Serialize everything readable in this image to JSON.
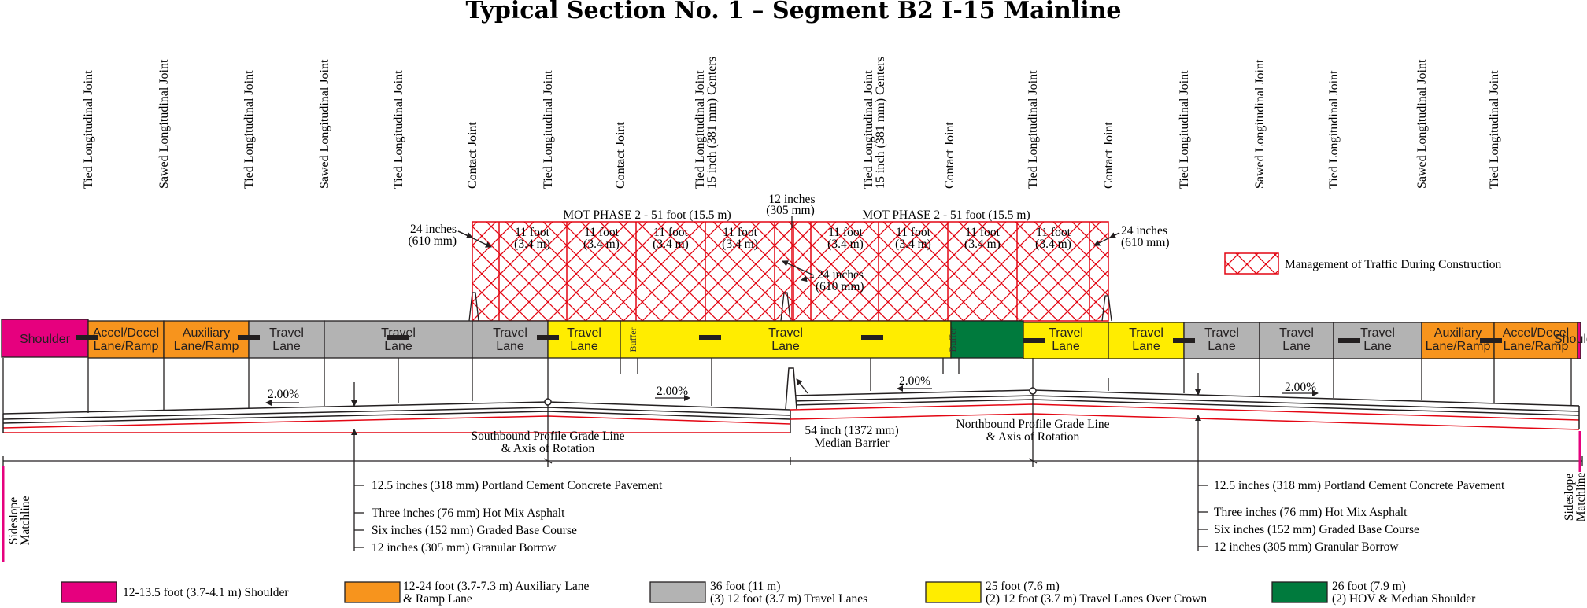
{
  "title": "Typical Section No. 1 – Segment B2 I-15 Mainline",
  "joint_labels": [
    [
      "Tied Longitudinal Joint"
    ],
    [
      "Sawed Longitudinal Joint"
    ],
    [
      "Tied Longitudinal Joint"
    ],
    [
      "Sawed Longitudinal Joint"
    ],
    [
      "Tied Longitudinal Joint"
    ],
    [
      "Contact Joint"
    ],
    [
      "Tied Longitudinal Joint"
    ],
    [
      "Contact Joint"
    ],
    [
      "Tied Longitudinal Joint",
      "15 inch (381 mm) Centers"
    ],
    [
      "Tied Longitudinal Joint",
      "15 inch (381 mm) Centers"
    ],
    [
      "Contact Joint"
    ],
    [
      "Tied Longitudinal Joint"
    ],
    [
      "Contact Joint"
    ],
    [
      "Tied Longitudinal Joint"
    ],
    [
      "Sawed Longitudinal Joint"
    ],
    [
      "Tied Longitudinal Joint"
    ],
    [
      "Sawed Longitudinal Joint"
    ],
    [
      "Tied Longitudinal Joint"
    ]
  ],
  "lanes": [
    {
      "text": [
        "Shoulder"
      ],
      "color": "#e6007e"
    },
    {
      "text": [
        "Accel/Decel",
        "Lane/Ramp"
      ],
      "color": "#f7941d"
    },
    {
      "text": [
        "Auxiliary",
        "Lane/Ramp"
      ],
      "color": "#f7941d"
    },
    {
      "text": [
        "Travel",
        "Lane"
      ],
      "color": "#b3b3b3"
    },
    {
      "text": [
        "Travel",
        "Lane"
      ],
      "color": "#b3b3b3"
    },
    {
      "text": [
        "Travel",
        "Lane"
      ],
      "color": "#b3b3b3"
    },
    {
      "text": [
        "Travel",
        "Lane"
      ],
      "color": "#ffed00"
    },
    {
      "text": [
        "Travel",
        "Lane"
      ],
      "color": "#ffed00"
    },
    {
      "text": [],
      "color": "#007a3d"
    },
    {
      "text": [
        "Travel",
        "Lane"
      ],
      "color": "#ffed00"
    },
    {
      "text": [
        "Travel",
        "Lane"
      ],
      "color": "#ffed00"
    },
    {
      "text": [
        "Travel",
        "Lane"
      ],
      "color": "#b3b3b3"
    },
    {
      "text": [
        "Travel",
        "Lane"
      ],
      "color": "#b3b3b3"
    },
    {
      "text": [
        "Travel",
        "Lane"
      ],
      "color": "#b3b3b3"
    },
    {
      "text": [
        "Auxiliary",
        "Lane/Ramp"
      ],
      "color": "#f7941d"
    },
    {
      "text": [
        "Accel/Decel",
        "Lane/Ramp"
      ],
      "color": "#f7941d"
    },
    {
      "text": [
        "Shoulder"
      ],
      "color": "#e6007e"
    }
  ],
  "buffer_label": "Buffer",
  "mot": {
    "phase_left": "MOT PHASE 2 - 51 foot (15.5 m)",
    "phase_right": "MOT PHASE 2 - 51 foot (15.5 m)",
    "lane_width": [
      "11 foot",
      "(3.4 m)"
    ],
    "offset_left": [
      "24 inches",
      "(610 mm)"
    ],
    "offset_right": [
      "24 inches",
      "(610 mm)"
    ],
    "offset_center": [
      "24 inches",
      "(610 mm)"
    ],
    "gap": [
      "12 inches",
      "(305 mm)"
    ],
    "legend": "Management of Traffic During Construction"
  },
  "slopes": [
    "2.00%",
    "2.00%",
    "2.00%",
    "2.00%"
  ],
  "grade_lines": {
    "south": [
      "Southbound Profile Grade Line",
      "& Axis of Rotation"
    ],
    "north": [
      "Northbound Profile Grade Line",
      "& Axis of Rotation"
    ],
    "median": [
      "54 inch (1372 mm)",
      "Median Barrier"
    ]
  },
  "layers": [
    "12.5 inches (318 mm) Portland Cement Concrete Pavement",
    "Three inches (76 mm) Hot Mix Asphalt",
    "Six inches (152 mm) Graded Base Course",
    "12 inches (305 mm) Granular Borrow"
  ],
  "sideslope": [
    "Sideslope",
    "Matchline"
  ],
  "legend": [
    {
      "color": "#e6007e",
      "text": [
        "12-13.5 foot (3.7-4.1 m) Shoulder"
      ]
    },
    {
      "color": "#f7941d",
      "text": [
        "12-24 foot (3.7-7.3 m) Auxiliary Lane",
        "& Ramp Lane"
      ]
    },
    {
      "color": "#b3b3b3",
      "text": [
        "36 foot (11 m)",
        "(3) 12 foot (3.7 m) Travel Lanes"
      ]
    },
    {
      "color": "#ffed00",
      "text": [
        "25 foot (7.6 m)",
        "(2) 12 foot (3.7 m) Travel Lanes Over Crown"
      ]
    },
    {
      "color": "#007a3d",
      "text": [
        "26 foot (7.9 m)",
        "(2) HOV & Median Shoulder"
      ]
    }
  ],
  "colors": {
    "mot": "#e30613",
    "outline": "#231f20",
    "sideslope": "#e6007e"
  }
}
